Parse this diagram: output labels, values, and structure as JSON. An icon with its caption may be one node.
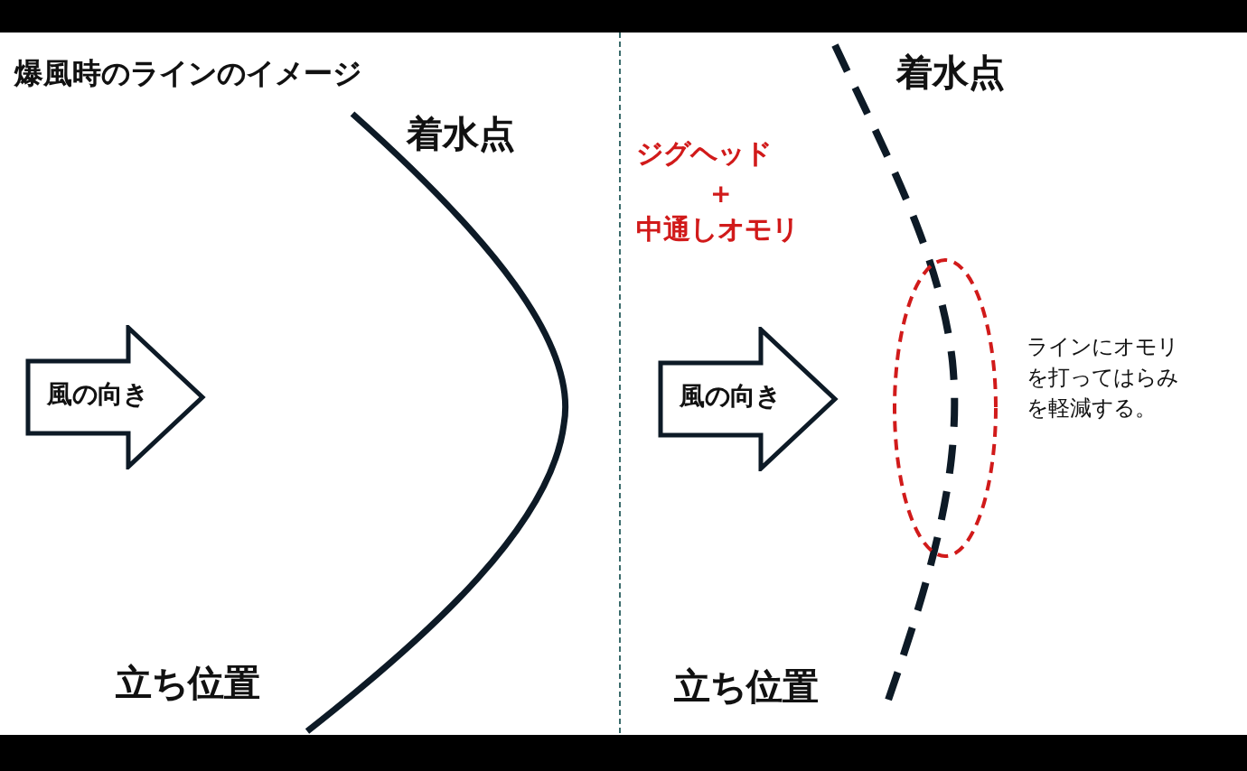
{
  "diagram": {
    "nodes": [
      {
        "text": [
          "風の向き"
        ]
      },
      {
        "text": [
          "風の向き"
        ]
      }
    ],
    "edges": [],
    "labels": [
      "爆風時のラインのイメージ",
      "着水点",
      "着水点",
      "ジグヘッド",
      "+",
      "中通しオモリ",
      "ラインにオモリを打ってはらみを軽減する。",
      "立ち位置",
      "立ち位置"
    ]
  }
}
